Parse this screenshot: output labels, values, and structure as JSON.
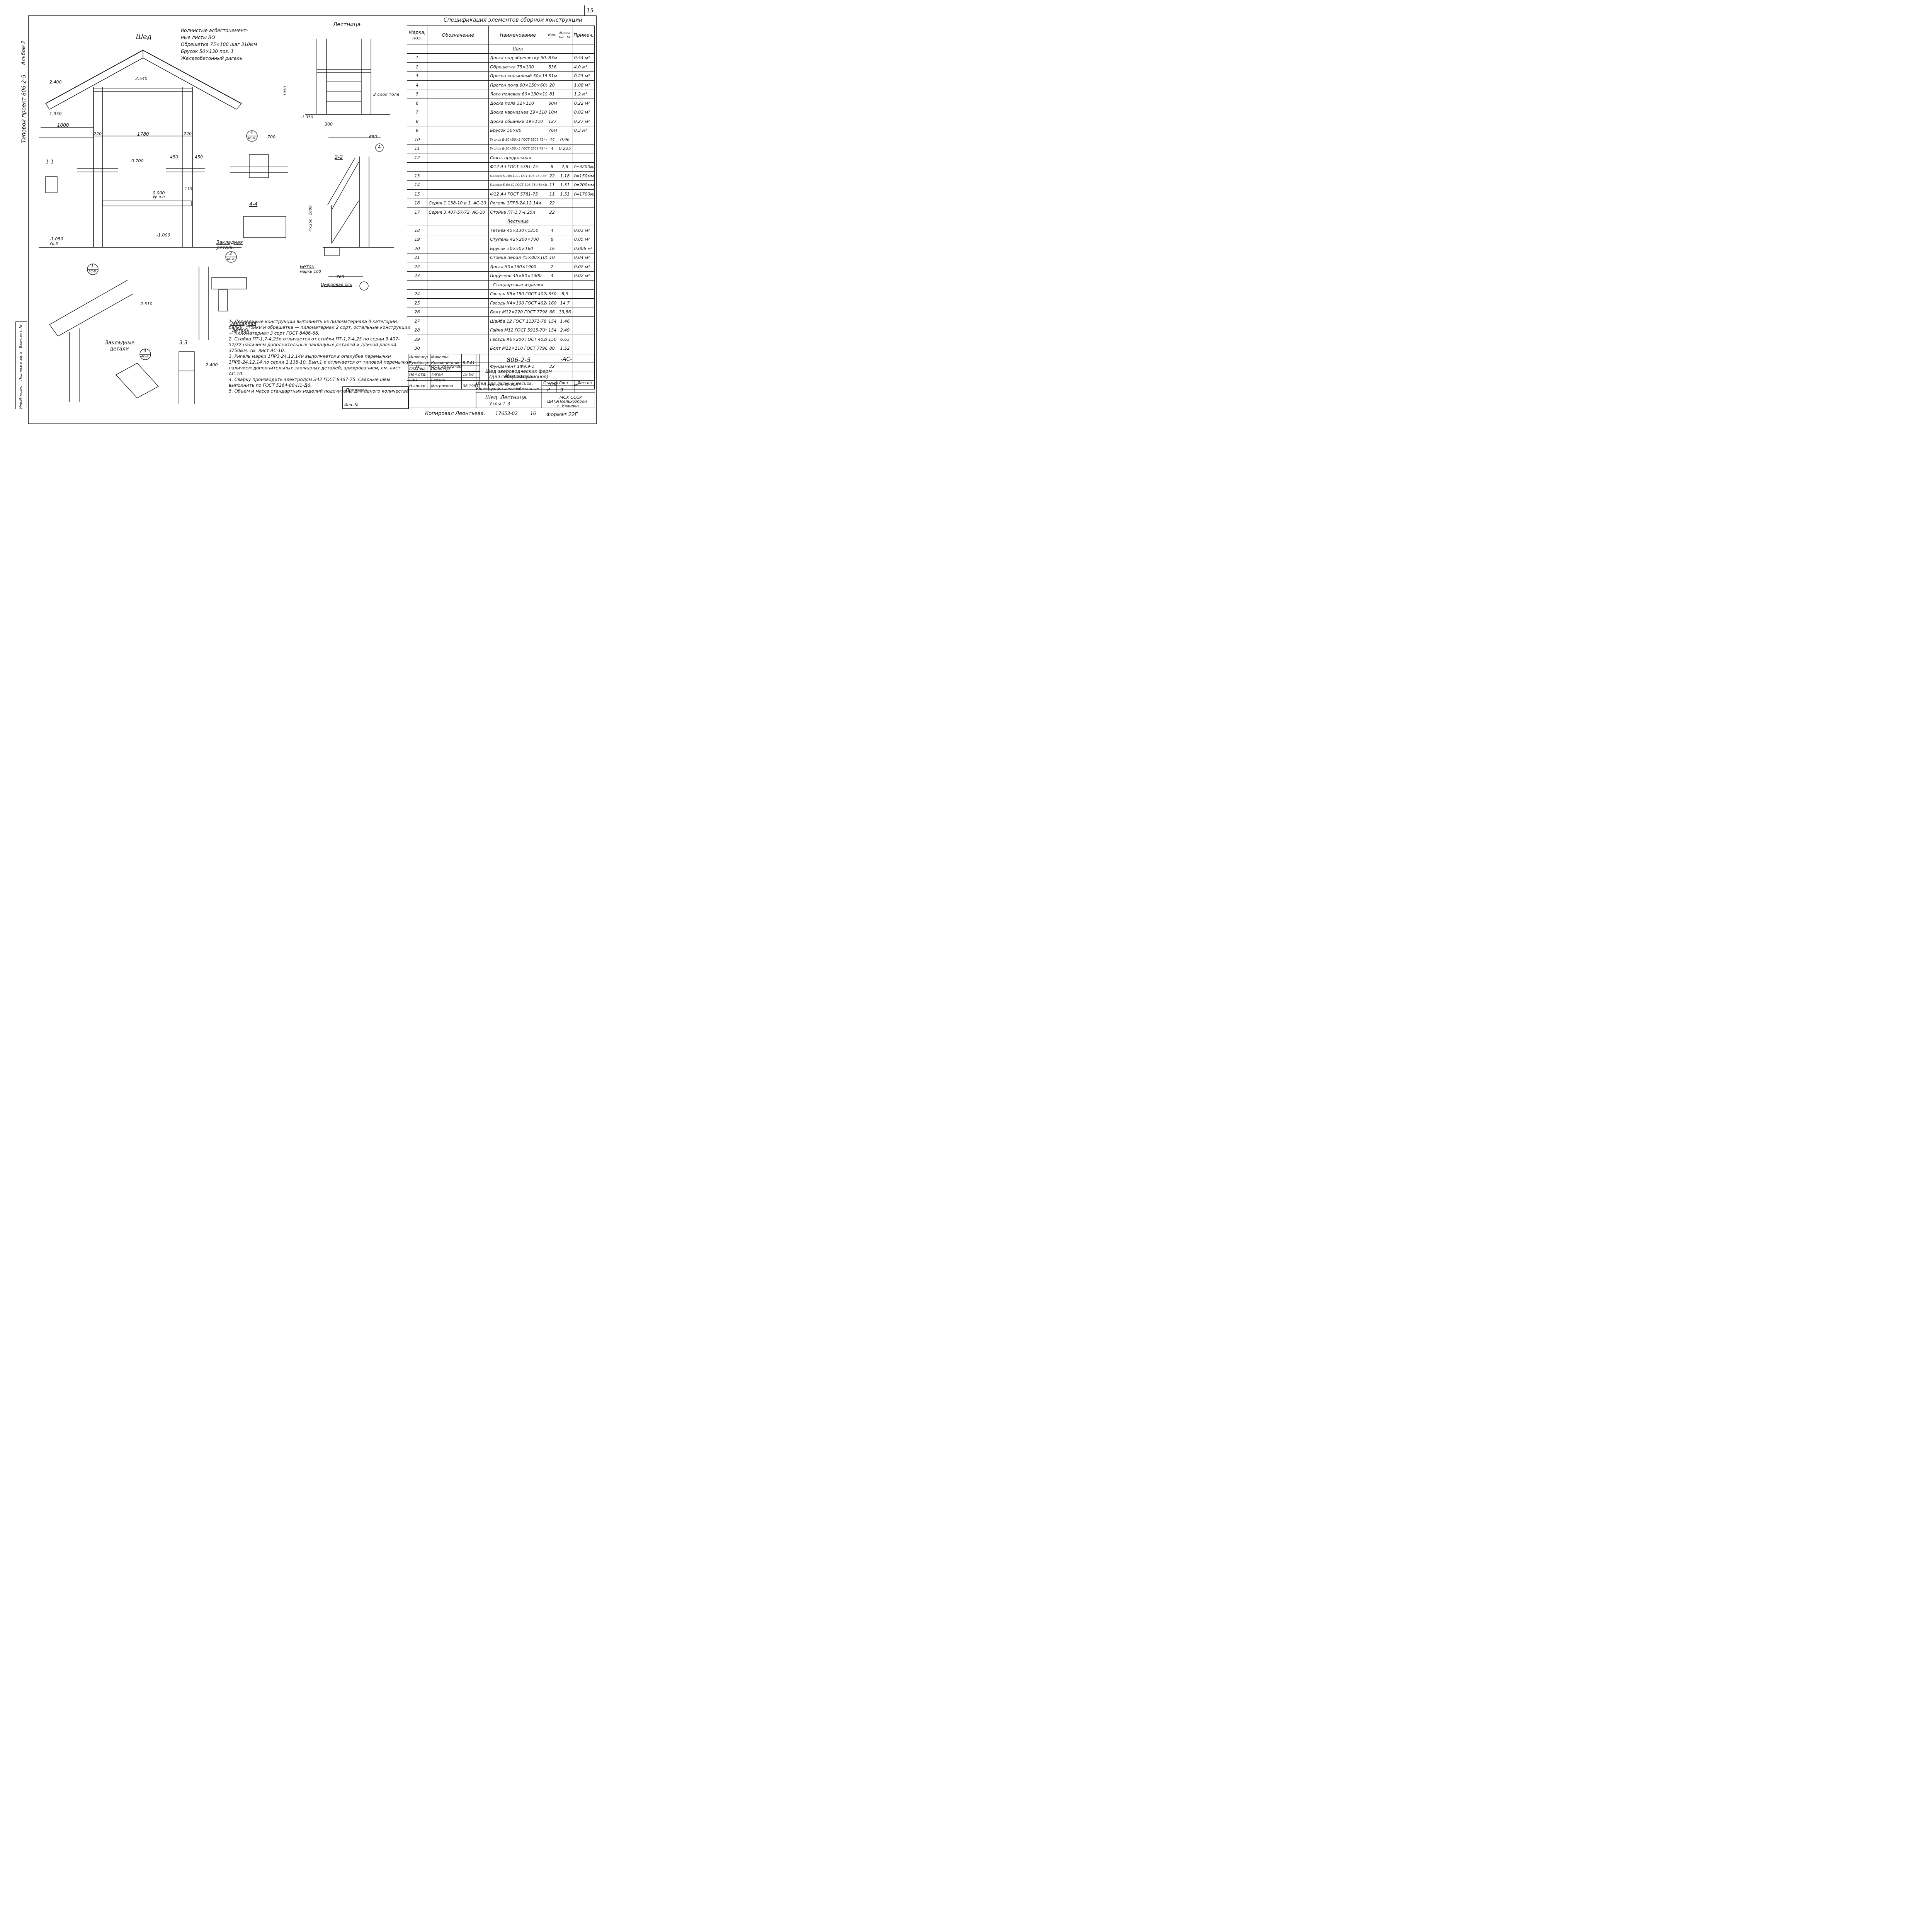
{
  "sheet": {
    "page_number": "15",
    "side_title": "Типовой проект 806-2-5",
    "side_album": "Альбом 2"
  },
  "drawing": {
    "shed_title": "Шед",
    "ladder_title": "Лестница",
    "roof_notes": [
      "Волнистые асбестоцемент-",
      "ные листы  ВО",
      "Обрешетка 75×100 шаг 310мм",
      "Брусок 50×130  поз. 1",
      "Железобетонный ригель"
    ],
    "dims": {
      "d1000": "1000",
      "d1780": "1780",
      "d220a": "220",
      "d220b": "220",
      "d2400": "2.400",
      "d1950": "1.950",
      "d2540": "2.540",
      "d0700": "0.700",
      "d0000": "0.000",
      "d1050m": "-1.050",
      "d1000m": "-1.000",
      "d450a": "450",
      "d450b": "450",
      "d110": "110",
      "level": "Ур.ч.п.",
      "level3": "Ур.3",
      "d700": "700",
      "d650": "650",
      "d300": "300",
      "d1350m": "-1.350",
      "d760": "760",
      "d1050": "1050",
      "d4x250": "4×250=1000",
      "sloy": "2 слоя толя",
      "beton": "Бетон",
      "beton2": "марки 100",
      "axis": "Цифровая ось",
      "axis_letter": "A",
      "zakl": "Закладная",
      "zakl2": "деталь",
      "zakl3": "Закладные",
      "zakl4": "детали",
      "d2510": "2.510",
      "d2400b": "2.400"
    },
    "sections": {
      "s11": "1-1",
      "s22": "2-2",
      "s33": "3-3",
      "s44": "4-4"
    },
    "callouts": [
      {
        "num": "4",
        "sheet": "АС-8"
      },
      {
        "num": "2",
        "sheet": "АС-8"
      },
      {
        "num": "1",
        "sheet": "АС-8"
      },
      {
        "num": "3",
        "sheet": "АС-8"
      }
    ]
  },
  "spec": {
    "title": "Спецификация элементов сборной конструкции",
    "headers": {
      "mark": "Марка, поз.",
      "desig": "Обозначение",
      "name": "Наименование",
      "qty": "Кол.",
      "mass": "Масса ед., кг",
      "note": "Примеч."
    },
    "rows": [
      {
        "sec": "Шед"
      },
      {
        "pos": "1",
        "desig": "",
        "name": "Доска под обрешетку 50×130",
        "qty": "83м",
        "mass": "",
        "note": "0,54 м³"
      },
      {
        "pos": "2",
        "desig": "",
        "name": "Обрешетка 75×100",
        "qty": "536м",
        "mass": "",
        "note": "4,0 м³"
      },
      {
        "pos": "3",
        "desig": "",
        "name": "Прогон коньковый 50×150",
        "qty": "31м",
        "mass": "",
        "note": "0,23 м³"
      },
      {
        "pos": "4",
        "desig": "",
        "name": "Прогон пола 60×150×6000",
        "qty": "20",
        "mass": "",
        "note": "1,08 м³"
      },
      {
        "pos": "5",
        "desig": "",
        "name": "Лага половая 60×130×1900",
        "qty": "81",
        "mass": "",
        "note": "1,2 м³"
      },
      {
        "pos": "6",
        "desig": "",
        "name": "Доска пола 32×110",
        "qty": "60м",
        "mass": "",
        "note": "0,22 м³"
      },
      {
        "pos": "7",
        "desig": "",
        "name": "Доска карнизная 19×110",
        "qty": "10м",
        "mass": "",
        "note": "0,02 м³"
      },
      {
        "pos": "8",
        "desig": "",
        "name": "Доска обшивки 19×110",
        "qty": "127м",
        "mass": "",
        "note": "0,27 м³"
      },
      {
        "pos": "9",
        "desig": "",
        "name": "Брусок 50×80",
        "qty": "76м",
        "mass": "",
        "note": "0,3 м³"
      },
      {
        "pos": "10",
        "desig": "",
        "name": "Уголок Б-50×50×5 ГОСТ 8509-72* / Вст3кп2 ГОСТ 535-79",
        "qty": "44",
        "mass": "0,96",
        "note": ""
      },
      {
        "pos": "11",
        "desig": "",
        "name": "Уголок Б-50×50×5 ГОСТ 8509-72* / Вст3кп2 ГОСТ 535-79",
        "qty": "4",
        "mass": "0,225",
        "note": ""
      },
      {
        "pos": "12",
        "desig": "",
        "name": "Связь продольная",
        "qty": "",
        "mass": "",
        "note": ""
      },
      {
        "pos": "",
        "desig": "",
        "name": "Ф12 A-I ГОСТ 5781-75",
        "qty": "8",
        "mass": "2,8",
        "note": "ℓ=3200мм"
      },
      {
        "pos": "13",
        "desig": "",
        "name": "Полоса Б-10×100 ГОСТ 103-76 / Вст3кп2 ГОСТ 535-79",
        "qty": "22",
        "mass": "1,18",
        "note": "ℓ=150мм"
      },
      {
        "pos": "14",
        "desig": "",
        "name": "Полоса Б-8×40 ГОСТ 103-76 / Вст3кп2 ГОСТ 535-79",
        "qty": "11",
        "mass": "1,31",
        "note": "ℓ=200мм"
      },
      {
        "pos": "15",
        "desig": "",
        "name": "Ф12 A-I ГОСТ 5781-75",
        "qty": "11",
        "mass": "1,51",
        "note": "ℓ=1700мм"
      },
      {
        "pos": "16",
        "desig": "Серия 1.138-10 в.1, АС-10",
        "name": "Ригель 1ПРЗ-24.12.14и",
        "qty": "22",
        "mass": "",
        "note": ""
      },
      {
        "pos": "17",
        "desig": "Серия 3.407-57/72, АС-10",
        "name": "Стойка ПТ-1,7-4,25и",
        "qty": "22",
        "mass": "",
        "note": ""
      },
      {
        "sec": "Лестница"
      },
      {
        "pos": "18",
        "desig": "",
        "name": "Тетива 45×130×1250",
        "qty": "4",
        "mass": "",
        "note": "0,03 м³"
      },
      {
        "pos": "19",
        "desig": "",
        "name": "Ступень 42×200×700",
        "qty": "8",
        "mass": "",
        "note": "0,05 м³"
      },
      {
        "pos": "20",
        "desig": "",
        "name": "Брусок 50×50×160",
        "qty": "16",
        "mass": "",
        "note": "0,006 м³"
      },
      {
        "pos": "21",
        "desig": "",
        "name": "Стойка перил 45×80×1050",
        "qty": "10",
        "mass": "",
        "note": "0,04 м³"
      },
      {
        "pos": "22",
        "desig": "",
        "name": "Доска 50×130×1900",
        "qty": "2",
        "mass": "",
        "note": "0,02 м³"
      },
      {
        "pos": "23",
        "desig": "",
        "name": "Поручень 45×80×1300",
        "qty": "4",
        "mass": "",
        "note": "0,02 м³"
      },
      {
        "sec": "Стандартные изделия"
      },
      {
        "pos": "24",
        "desig": "",
        "name": "Гвоздь К5×150 ГОСТ 4028-63*",
        "qty": "350",
        "mass": "8,9",
        "note": ""
      },
      {
        "pos": "25",
        "desig": "",
        "name": "Гвоздь К4×100 ГОСТ 4028-63*",
        "qty": "1600",
        "mass": "14,7",
        "note": ""
      },
      {
        "pos": "26",
        "desig": "",
        "name": "Болт М12×220 ГОСТ 7798-70*",
        "qty": "66",
        "mass": "13,86",
        "note": ""
      },
      {
        "pos": "27",
        "desig": "",
        "name": "Шайба 12 ГОСТ 11371-78",
        "qty": "154",
        "mass": "1,46",
        "note": ""
      },
      {
        "pos": "28",
        "desig": "",
        "name": "Гайка М12 ГОСТ 5915-70*",
        "qty": "154",
        "mass": "2,49",
        "note": ""
      },
      {
        "pos": "29",
        "desig": "",
        "name": "Гвоздь К6×200 ГОСТ 4028-63*",
        "qty": "150",
        "mass": "6,63",
        "note": ""
      },
      {
        "pos": "30",
        "desig": "",
        "name": "Болт М12×110 ГОСТ 7798-70*",
        "qty": "88",
        "mass": "1,52",
        "note": ""
      },
      {
        "pos": "",
        "desig": "",
        "name": "",
        "qty": "",
        "mass": "",
        "note": ""
      },
      {
        "pos": "31",
        "desig": "ГОСТ 24022-80",
        "name": "Фундамент 1Ф9.9-1",
        "qty": "22",
        "mass": "",
        "note": ""
      },
      {
        "sec": "Материалы"
      },
      {
        "pos": "",
        "desig": "",
        "name": "Бетон  М-100",
        "qty": "0,063",
        "mass": "",
        "note": "м³"
      }
    ]
  },
  "notes": [
    "1. Деревянные конструкции выполнить из пиломатериала II категории, балки, стойки и обрешетка — пиломатериал 2 сорт, остальные конструкции — пиломатериал 3 сорт ГОСТ 8486-66.",
    "2. Стойка ПТ-1,7-4,25и отличается от стойки ПТ-1,7-4,25 по серии 3.407-57/72 наличием дополнительных закладных деталей и длиной равной 3750мм. см. лист АС-10.",
    "3. Ригель марки 1ПРЗ-24.12.14и выполняется в опалубке перемычки 1ПРВ-24.12.14 по серии 1.138-10. Вып.1 и отличается от типовой перемычки наличием дополнительных закладных деталей, армированием, см. лист АС-10.",
    "4. Сварку производить электродом Э42 ГОСТ 9467-75. Сварные швы выполнить по ГОСТ 5264-80-Н1-Д6.",
    "5. Объем и масса стандартных изделий подсчитаны для одного количества"
  ],
  "stamp": {
    "code": "806-2-5",
    "sheet_code": "-АС-",
    "title1": "Шед звероводческих ферм",
    "title2": "(для северных районов)",
    "title3": "Шед для лисиц и песцов.",
    "title4": "Конструкции железобетонные",
    "title5": "Шед. Лестница.",
    "title6": "Узлы 1-3",
    "stage_h": "Стадия",
    "sheet_h": "Лист",
    "sheets_h": "Листов",
    "stage": "Р",
    "sheet": "9",
    "org1": "МСХ СССР",
    "org2": "ЦИТЭПсельхозпром",
    "org3": "г. Иваново",
    "roles": [
      {
        "role": "Инженер",
        "name": "Михеева",
        "date": ""
      },
      {
        "role": "Рук.бр.гр.",
        "name": "Крашенинник.",
        "date": "8.7.81"
      },
      {
        "role": "Гл.спец.",
        "name": "Полипчук",
        "date": ""
      },
      {
        "role": "Нач.отд.",
        "name": "Тигай",
        "date": "19.08"
      },
      {
        "role": "ГИП",
        "name": "Глезин",
        "date": ""
      },
      {
        "role": "Н.контр.",
        "name": "Матросова",
        "date": "08.1981"
      }
    ],
    "bind": "Привязан",
    "inv": "Инв. №"
  },
  "sidebox": [
    "Инв.№ подл.",
    "Подпись и дата",
    "Взам. инв. №"
  ],
  "footer": {
    "copied": "Копировал Леонтьева.",
    "order": "17653-02",
    "num": "16",
    "format": "Формат 22Г"
  }
}
